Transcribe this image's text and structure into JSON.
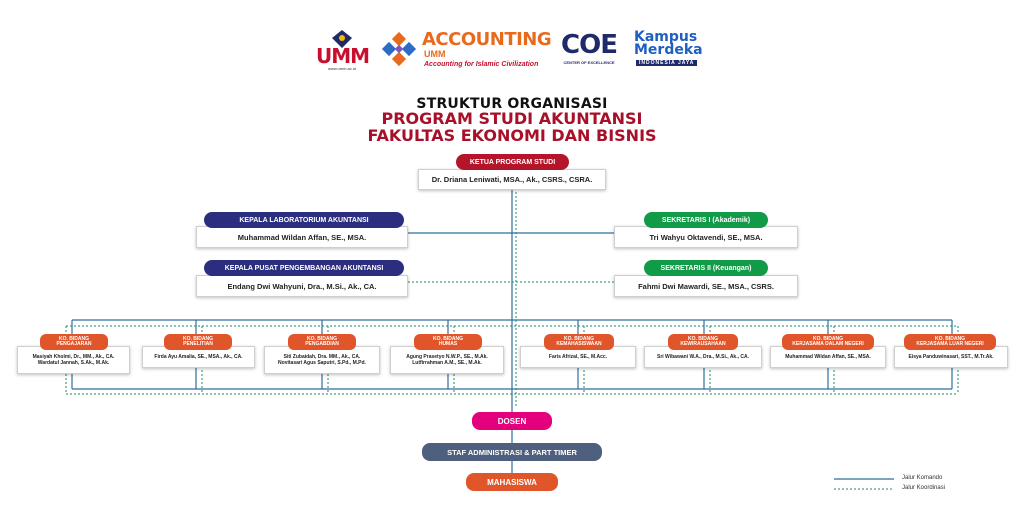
{
  "logos": {
    "umm": {
      "text": "UMM",
      "sub": "www.umm.ac.id"
    },
    "accounting": {
      "title": "ACCOUNTING",
      "sub": "UMM",
      "tagline": "Accounting for Islamic Civilization"
    },
    "coe": {
      "text": "COE",
      "sub": "CENTER OF EXCELLENCE"
    },
    "kampus_merdeka": {
      "line1": "Kampus",
      "line2": "Merdeka",
      "tag": "INDONESIA JAYA"
    }
  },
  "title": {
    "line1": "STRUKTUR ORGANISASI",
    "line2": "PROGRAM STUDI AKUNTANSI",
    "line3": "FAKULTAS EKONOMI DAN BISNIS"
  },
  "ketua": {
    "label": "KETUA PROGRAM STUDI",
    "name": "Dr. Driana Leniwati, MSA., Ak., CSRS., CSRA."
  },
  "lab": {
    "label": "KEPALA LABORATORIUM AKUNTANSI",
    "name": "Muhammad Wildan Affan, SE., MSA."
  },
  "pusat": {
    "label": "KEPALA PUSAT PENGEMBANGAN AKUNTANSI",
    "name": "Endang Dwi Wahyuni, Dra., M.Si., Ak., CA."
  },
  "sekretaris1": {
    "label": "SEKRETARIS I (Akademik)",
    "name": "Tri Wahyu Oktavendi, SE., MSA."
  },
  "sekretaris2": {
    "label": "SEKRETARIS II (Keuangan)",
    "name": "Fahmi Dwi Mawardi, SE., MSA., CSRS."
  },
  "bidang": [
    {
      "l1": "KO. BIDANG",
      "l2": "PENGAJARAN",
      "n1": "Masiyah Kholmi, Dr., MM., Ak., CA.",
      "n2": "Wardatul Jannah, S.Ak., M.Ak."
    },
    {
      "l1": "KO. BIDANG",
      "l2": "PENELITIAN",
      "n1": "Firda Ayu Amalia, SE., MSA., Ak., CA.",
      "n2": ""
    },
    {
      "l1": "KO. BIDANG",
      "l2": "PENGABDIAN",
      "n1": "Siti Zubaidah, Dra. MM., Ak., CA.",
      "n2": "Novitasari Agus Saputri, S.Pd., M.Pd."
    },
    {
      "l1": "KO. BIDANG",
      "l2": "HUMAS",
      "n1": "Agung Prasetyo N.W.P., SE., M.Ak.",
      "n2": "Lutfirrahman A.M., SE., M.Ak."
    },
    {
      "l1": "KO. BIDANG",
      "l2": "KEMAHASISWAAN",
      "n1": "Faris Afrizal, SE., M.Acc.",
      "n2": ""
    },
    {
      "l1": "KO. BIDANG",
      "l2": "KEWIRAUSAHAAN",
      "n1": "Sri Wibawani W.A., Dra., M.Si., Ak., CA.",
      "n2": ""
    },
    {
      "l1": "KO. BIDANG",
      "l2": "KERJASAMA DALAM NEGERI",
      "n1": "Muhammad Wildan Affan, SE., MSA.",
      "n2": ""
    },
    {
      "l1": "KO. BIDANG",
      "l2": "KERJASAMA LUAR NEGERI",
      "n1": "Eisya Panduwinasari, SST., M.Tr.Ak.",
      "n2": ""
    }
  ],
  "dosen": "DOSEN",
  "staf": "STAF ADMINISTRASI & PART TIMER",
  "mahasiswa": "MAHASISWA",
  "legend": {
    "komando": "Jalur Komando",
    "koordinasi": "Jalur Koordinasi"
  },
  "colors": {
    "red": "#b3152a",
    "navy": "#2b2d7e",
    "green": "#119a48",
    "orange": "#e0562a",
    "pink": "#e4007c",
    "slate": "#4f5f7e",
    "line_blue": "#2f6f9e",
    "line_green": "#1f8a6a"
  }
}
